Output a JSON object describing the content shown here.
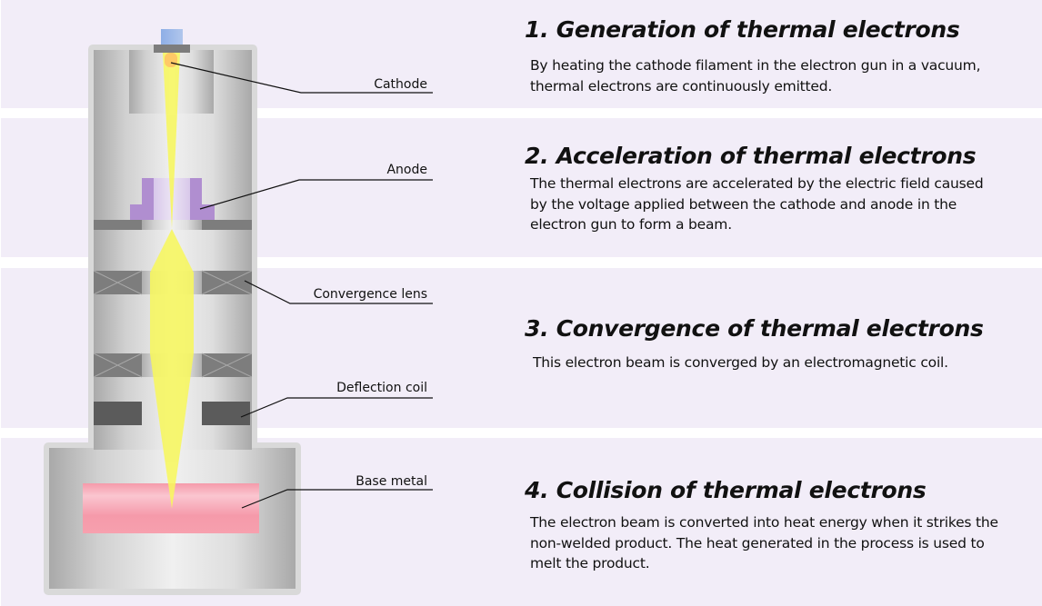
{
  "colors": {
    "background_band": "#f2edf8",
    "beam": "#f8f85a",
    "cathode_glow": "#ffc966",
    "filament_cap": "#9bb5e6",
    "anode": "#b08ed0",
    "base_metal": "#f59aaa",
    "coil": "#7d7d7d",
    "deflection_coil": "#5b5b5b",
    "casing": "#d9d9d9"
  },
  "callouts": {
    "cathode": "Cathode",
    "anode": "Anode",
    "convergence_lens": "Convergence lens",
    "deflection_coil": "Deflection coil",
    "base_metal": "Base metal"
  },
  "steps": [
    {
      "title": "1. Generation of thermal electrons",
      "description": "By heating the cathode filament in the electron gun in a vacuum, thermal electrons are continuously emitted."
    },
    {
      "title": "2. Acceleration of thermal electrons",
      "description": "The thermal electrons are accelerated by the electric field caused by the voltage applied between the cathode and anode in the electron gun to form a beam."
    },
    {
      "title": "3. Convergence of thermal electrons",
      "description": "This electron beam is converged by an electromagnetic coil."
    },
    {
      "title": "4. Collision of thermal electrons",
      "description": "The electron beam is converted into heat energy when it strikes the non-welded product. The heat generated in the process is used to melt the product."
    }
  ]
}
